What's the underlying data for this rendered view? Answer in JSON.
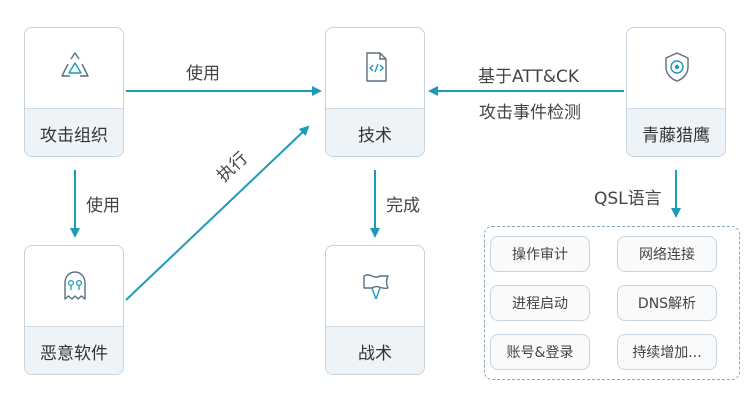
{
  "nodes": {
    "attack_group": "攻击组织",
    "technique": "技术",
    "hunting": "青藤猎鹰",
    "malware": "恶意软件",
    "tactic": "战术"
  },
  "edges": {
    "use_top": "使用",
    "use_left": "使用",
    "execute": "执行",
    "complete": "完成",
    "hunting_line1": "基于ATT&CK",
    "hunting_line2": "攻击事件检测",
    "qsl": "QSL语言"
  },
  "dsl_items": [
    "操作审计",
    "网络连接",
    "进程启动",
    "DNS解析",
    "账号&登录",
    "持续增加..."
  ],
  "colors": {
    "arrow": "#1e9ab9",
    "icon": "#5a6f82",
    "icon_accent": "#1e9ab9",
    "node_border": "#c5d3df",
    "node_label_bg": "#eef3f8"
  },
  "icons": {
    "attack_group": "triangle-recycle-icon",
    "technique": "code-file-icon",
    "hunting": "shield-eye-icon",
    "malware": "ghost-icon",
    "tactic": "flag-icon"
  }
}
